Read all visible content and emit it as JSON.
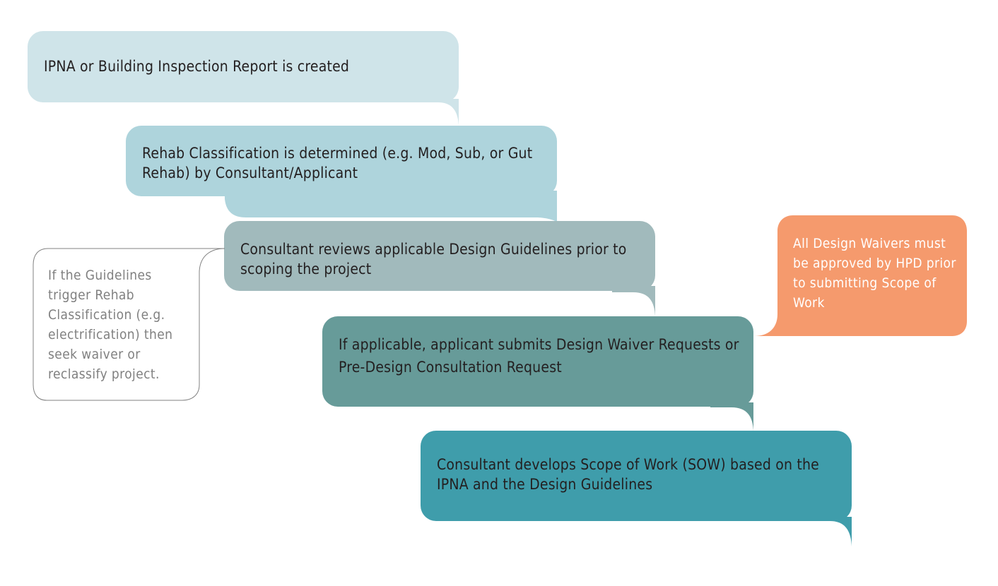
{
  "diagram": {
    "type": "process-flow",
    "steps": [
      {
        "id": 1,
        "text": "IPNA or Building Inspection Report is created",
        "color": "#cfe4e9"
      },
      {
        "id": 2,
        "text": "Rehab Classification is determined (e.g. Mod, Sub, or Gut Rehab) by Consultant/Applicant",
        "color": "#aed4dc"
      },
      {
        "id": 3,
        "text": "Consultant reviews applicable Design Guidelines prior to scoping the project",
        "color": "#a1babc"
      },
      {
        "id": 4,
        "text": "If applicable, applicant submits Design Waiver Requests or Pre-Design Consultation Request",
        "color": "#679b99"
      },
      {
        "id": 5,
        "text": "Consultant develops Scope of Work (SOW) based on the IPNA and the Design Guidelines",
        "color": "#3f9dab"
      }
    ],
    "notes": [
      {
        "id": "left-note",
        "text": "If the Guidelines trigger Rehab Classification (e.g. electrification) then seek waiver or reclassify project.",
        "attached_to": 3,
        "border_color": "#808080",
        "text_color": "#808080"
      },
      {
        "id": "right-note",
        "text": "All Design Waivers must be approved by HPD prior to submitting Scope of Work",
        "attached_to": 4,
        "fill_color": "#f59a6d",
        "text_color": "#ffffff"
      }
    ]
  }
}
